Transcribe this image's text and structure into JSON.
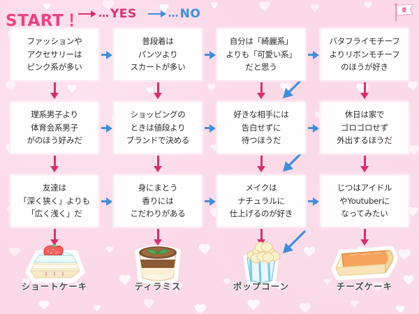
{
  "header": {
    "start_label": "START！",
    "legend": [
      {
        "key": "yes",
        "arrow_icon": "arrow-right-icon",
        "dots": "…",
        "label": "YES",
        "color": "#d6306b"
      },
      {
        "key": "no",
        "arrow_icon": "arrow-right-icon",
        "dots": "…",
        "label": "NO",
        "color": "#3f8fd8"
      }
    ],
    "watermark_icon": "flag-icon"
  },
  "flowchart": {
    "type": "decision-flowchart",
    "rows": 3,
    "columns": 4,
    "questions": [
      {
        "id": "q1",
        "row": 1,
        "col": 1,
        "lines": [
          "ファッションや",
          "アクセサリーは",
          "ピンク系が多い"
        ]
      },
      {
        "id": "q2",
        "row": 1,
        "col": 2,
        "lines": [
          "普段着は",
          "パンツより",
          "スカートが多い"
        ]
      },
      {
        "id": "q3",
        "row": 1,
        "col": 3,
        "lines": [
          "自分は「綺麗系」",
          "よりも「可愛い系」",
          "だと思う"
        ]
      },
      {
        "id": "q4",
        "row": 1,
        "col": 4,
        "lines": [
          "バタフライモチーフ",
          "よりリボンモチーフ",
          "のほうが好き"
        ]
      },
      {
        "id": "q5",
        "row": 2,
        "col": 1,
        "lines": [
          "理系男子より",
          "体育会系男子",
          "がのほう好みだ"
        ]
      },
      {
        "id": "q6",
        "row": 2,
        "col": 2,
        "lines": [
          "ショッピングの",
          "ときは値段より",
          "ブランドで決める"
        ]
      },
      {
        "id": "q7",
        "row": 2,
        "col": 3,
        "lines": [
          "好きな相手には",
          "告白せずに",
          "待つほうだ"
        ]
      },
      {
        "id": "q8",
        "row": 2,
        "col": 4,
        "lines": [
          "休日は家で",
          "ゴロゴロせず",
          "外出するほうだ"
        ]
      },
      {
        "id": "q9",
        "row": 3,
        "col": 1,
        "lines": [
          "友達は",
          "「深く狭く」よりも",
          "「広く浅く」だ"
        ]
      },
      {
        "id": "q10",
        "row": 3,
        "col": 2,
        "lines": [
          "身にまとう",
          "香りには",
          "こだわりがある"
        ]
      },
      {
        "id": "q11",
        "row": 3,
        "col": 3,
        "lines": [
          "メイクは",
          "ナチュラルに",
          "仕上げるのが好き"
        ]
      },
      {
        "id": "q12",
        "row": 3,
        "col": 4,
        "lines": [
          "じつはアイドル",
          "やYoutuberに",
          "なってみたい"
        ]
      }
    ],
    "results": [
      {
        "id": "r1",
        "col": 1,
        "label": "ショートケーキ",
        "art_icon": "strawberry-shortcake-icon"
      },
      {
        "id": "r2",
        "col": 2,
        "label": "ティラミス",
        "art_icon": "tiramisu-cup-icon"
      },
      {
        "id": "r3",
        "col": 3,
        "label": "ポップコーン",
        "art_icon": "popcorn-bucket-icon"
      },
      {
        "id": "r4",
        "col": 4,
        "label": "チーズケーキ",
        "art_icon": "cheesecake-slice-icon"
      }
    ]
  },
  "colors": {
    "background": "#fbd9e8",
    "box_fill": "#fffdfe",
    "yes_arrow": "#d6306b",
    "no_arrow": "#3f8fd8",
    "start_text": "#e8447f",
    "body_text": "#2b2b2b"
  }
}
